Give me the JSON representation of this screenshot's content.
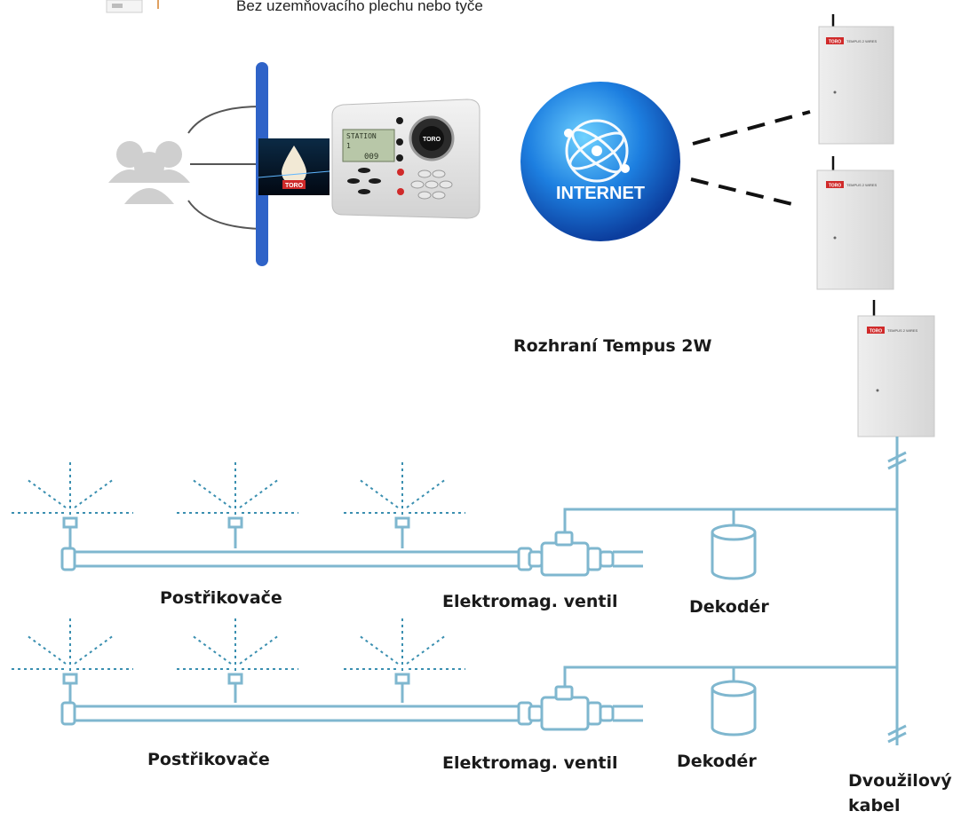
{
  "header": {
    "note": "Bez uzemňovacího plechu nebo tyče"
  },
  "controller": {
    "brand": "TORO",
    "display_line1": "STATION",
    "display_line2": "1",
    "display_line3": "009"
  },
  "cloud": {
    "label": "INTERNET"
  },
  "interfaces": {
    "brand": "TORO",
    "model": "TEMPUS 2 WIRES",
    "label": "Rozhraní Tempus 2W"
  },
  "zones": [
    {
      "sprinklers_label": "Postřikovače",
      "valve_label": "Elektromag. ventil",
      "decoder_label": "Dekodér"
    },
    {
      "sprinklers_label": "Postřikovače",
      "valve_label": "Elektromag. ventil",
      "decoder_label": "Dekodér"
    }
  ],
  "cable": {
    "label_line1": "Dvoužilový",
    "label_line2": "kabel"
  },
  "colors": {
    "pipe": "#7fb7cf",
    "spray": "#3a8fb0",
    "bar": "#2f63c8",
    "globe": "#1a6fd6",
    "brand_red": "#d02a2a"
  }
}
